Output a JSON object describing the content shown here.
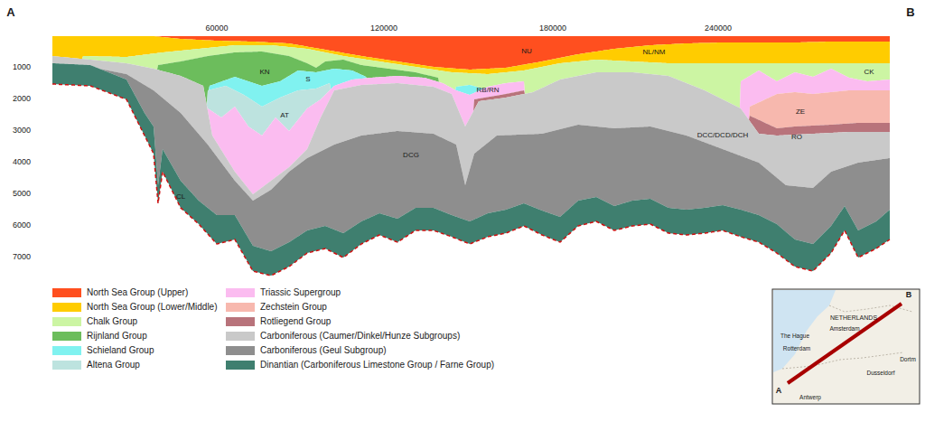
{
  "diagram": {
    "labels": [
      "A",
      "B",
      "60000",
      "120000",
      "180000",
      "240000",
      "1000",
      "2000",
      "3000",
      "4000",
      "5000",
      "6000",
      "7000",
      "NU",
      "NL/NM",
      "KN",
      "S",
      "AT",
      "RB/RN",
      "DCG",
      "DCC/DCD/DCH",
      "ZE",
      "RO",
      "CK",
      "CL",
      "B",
      "NETHERLANDS",
      "Amsterdam",
      "The Hague",
      "Rotterdam",
      "Dortm",
      "Dusseldorf",
      "A",
      "Antwerp"
    ],
    "legend": [
      {
        "text": "North Sea Group (Upper)",
        "color": "#ff4f1f"
      },
      {
        "text": "North Sea Group (Lower/Middle)",
        "color": "#ffcc00"
      },
      {
        "text": "Chalk Group",
        "color": "#ccf5a3"
      },
      {
        "text": "Rijnland Group",
        "color": "#6cbd5c"
      },
      {
        "text": "Schieland Group",
        "color": "#80f2f0"
      },
      {
        "text": "Altena Group",
        "color": "#bde3df"
      },
      {
        "text": "Triassic Supergroup",
        "color": "#fbbcf0"
      },
      {
        "text": "Zechstein Group",
        "color": "#f7b8ae"
      },
      {
        "text": "Rotliegend Group",
        "color": "#b8737b"
      },
      {
        "text": "Carboniferous (Caumer/Dinkel/Hunze Subgroups)",
        "color": "#c9c9c9"
      },
      {
        "text": "Carboniferous (Geul Subgroup)",
        "color": "#8e8e8e"
      },
      {
        "text": "Dinantian (Carboniferous Limestone Group / Farne Group)",
        "color": "#3f7f6f"
      }
    ]
  }
}
